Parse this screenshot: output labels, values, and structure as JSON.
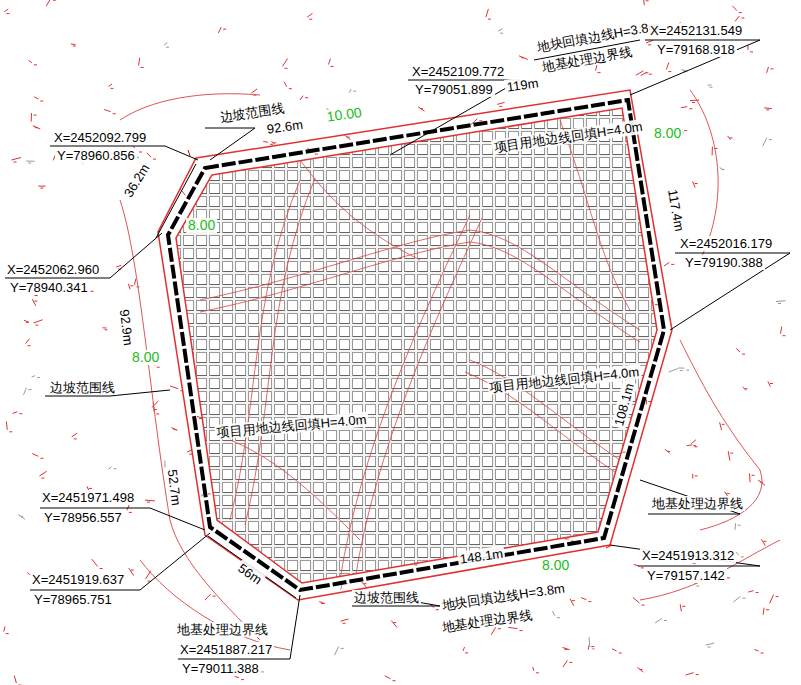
{
  "diagram": {
    "labels": [
      "X=2452109.772",
      "Y=79051.899",
      "地块回填边线H=3.8m",
      "X=2452131.549",
      "Y=79168.918",
      "地基处理边界线",
      "119m",
      "边坡范围线",
      "92.6m",
      "10.00",
      "X=2452092.799",
      "Y=78960.856",
      "项目用地边线回填H=4.0m",
      "8.00",
      "36.2m",
      "117.4m",
      "X=2452016.179",
      "Y=79190.388",
      "8.00",
      "X=2452062.960",
      "Y=78940.341",
      "92.9m",
      "8.00",
      "边坡范围线",
      "项目用地边线回填H=4.0m",
      "项目用地边线回填H=4.0m",
      "108.1m",
      "X=2451971.498",
      "Y=78956.557",
      "52.7m",
      "地基处理边界线",
      "X=2451919.637",
      "Y=78965.751",
      "56m",
      "148.1m",
      "8.00",
      "X=2451913.312",
      "Y=79157.142",
      "地基处理边界线",
      "X=2451887.217",
      "Y=79011.388",
      "边坡范围线",
      "地块回填边线H=3.8m",
      "地基处理边界线"
    ]
  }
}
